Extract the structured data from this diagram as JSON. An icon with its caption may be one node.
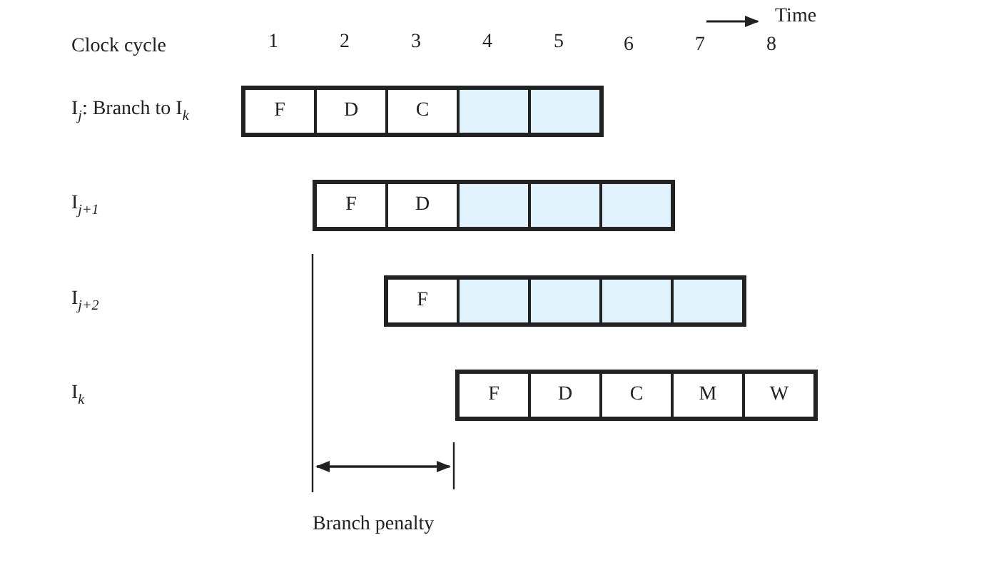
{
  "diagram": {
    "nodes": [
      {
        "text": [],
        "shape": "bar"
      },
      {
        "text": [
          "F"
        ],
        "in": 0
      },
      {
        "text": [
          "D"
        ],
        "in": 0
      },
      {
        "text": [
          "C"
        ],
        "in": 0
      },
      {
        "text": [],
        "shape": "box",
        "in": 0
      },
      {
        "text": [],
        "shape": "box",
        "in": 0
      },
      {
        "text": [],
        "shape": "bar"
      },
      {
        "text": [
          "F"
        ],
        "in": 6
      },
      {
        "text": [
          "D"
        ],
        "in": 6
      },
      {
        "text": [],
        "shape": "box",
        "in": 6
      },
      {
        "text": [],
        "shape": "box",
        "in": 6
      },
      {
        "text": [],
        "shape": "box",
        "in": 6
      },
      {
        "text": [],
        "shape": "bar"
      },
      {
        "text": [
          "F"
        ],
        "in": 12
      },
      {
        "text": [],
        "shape": "box",
        "in": 12
      },
      {
        "text": [],
        "shape": "box",
        "in": 12
      },
      {
        "text": [],
        "shape": "box",
        "in": 12
      },
      {
        "text": [],
        "shape": "box",
        "in": 12
      },
      {
        "text": [],
        "shape": "bar"
      },
      {
        "text": [
          "F"
        ],
        "in": 18
      },
      {
        "text": [
          "D"
        ],
        "in": 18
      },
      {
        "text": [
          "C"
        ],
        "in": 18
      },
      {
        "text": [
          "M"
        ],
        "in": 18
      },
      {
        "text": [
          "W"
        ],
        "in": 18
      }
    ],
    "edges": [],
    "labels": [
      "Time",
      "Clock cycle",
      "1",
      "2",
      "3",
      "4",
      "5",
      "6",
      "7",
      "8",
      "I$_{j}$: Branch to I$_{k}$",
      "I$_{j+1}$",
      "I$_{j+2}$",
      "I$_{k}$",
      "Branch penalty"
    ]
  }
}
